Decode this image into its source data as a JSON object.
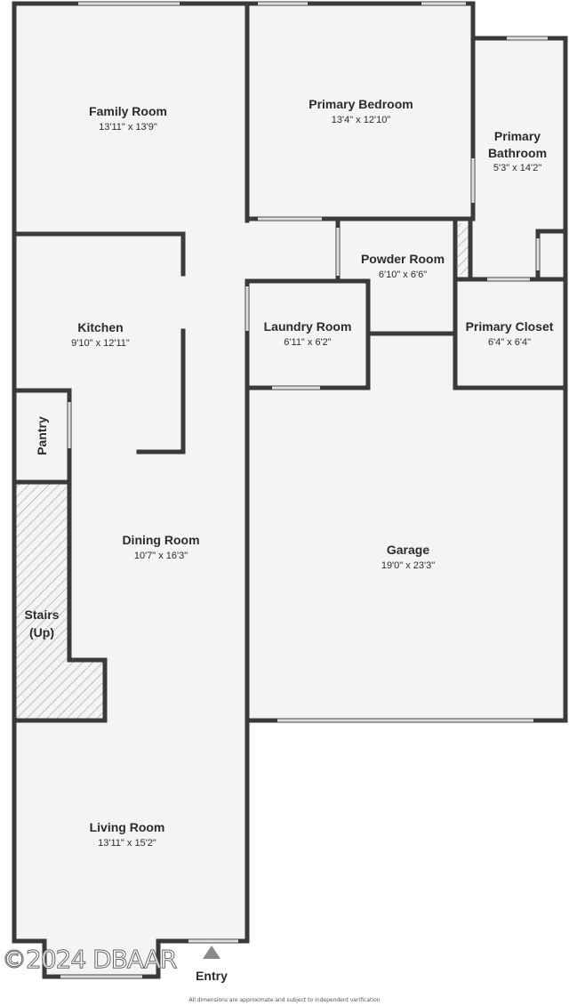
{
  "rooms": {
    "family_room": {
      "name": "Family Room",
      "dims": "13'11\" x 13'9\""
    },
    "primary_bedroom": {
      "name": "Primary Bedroom",
      "dims": "13'4\" x 12'10\""
    },
    "primary_bathroom": {
      "name_line1": "Primary",
      "name_line2": "Bathroom",
      "dims": "5'3\" x 14'2\""
    },
    "powder_room": {
      "name": "Powder Room",
      "dims": "6'10\" x 6'6\""
    },
    "kitchen": {
      "name": "Kitchen",
      "dims": "9'10\" x 12'11\""
    },
    "laundry_room": {
      "name": "Laundry Room",
      "dims": "6'11\" x 6'2\""
    },
    "primary_closet": {
      "name": "Primary Closet",
      "dims": "6'4\" x 6'4\""
    },
    "pantry": {
      "name": "Pantry"
    },
    "dining_room": {
      "name": "Dining Room",
      "dims": "10'7\" x 16'3\""
    },
    "garage": {
      "name": "Garage",
      "dims": "19'0\" x 23'3\""
    },
    "stairs": {
      "name_line1": "Stairs",
      "name_line2": "(Up)"
    },
    "living_room": {
      "name": "Living Room",
      "dims": "13'11\" x 15'2\""
    }
  },
  "entry_label": "Entry",
  "watermark": "©2024 DBAAR",
  "footer_note": "All dimensions are approximate and subject to independent verification",
  "colors": {
    "wall": "#3a3a3a",
    "floor": "#f4f4f4",
    "text": "#2b2b2b"
  }
}
